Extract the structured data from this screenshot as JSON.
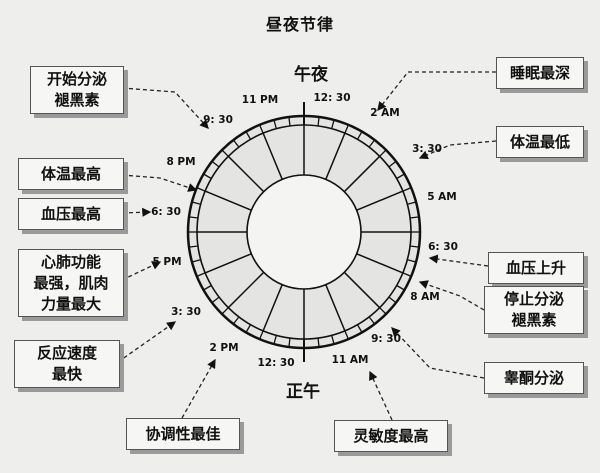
{
  "title": "昼夜节律",
  "clock": {
    "midnight": "午夜",
    "noon": "正午",
    "times": {
      "t11pm": "11 PM",
      "t1230a": "12: 30",
      "t2am": "2 AM",
      "t330a": "3: 30",
      "t5am": "5 AM",
      "t630a": "6: 30",
      "t8am": "8 AM",
      "t930a": "9: 30",
      "t11am": "11 AM",
      "t1230p": "12: 30",
      "t2pm": "2 PM",
      "t330p": "3: 30",
      "t5pm": "5 PM",
      "t630p": "6: 30",
      "t8pm": "8 PM",
      "t930p": "9: 30"
    }
  },
  "callouts": {
    "melatonin_start": "开始分泌\n褪黑素",
    "body_temp_high": "体温最高",
    "bp_high": "血压最高",
    "cardio_strength": "心肺功能\n最强，肌肉\n力量最大",
    "reaction_speed": "反应速度\n最快",
    "coordination": "协调性最佳",
    "deepest_sleep": "睡眠最深",
    "body_temp_low": "体温最低",
    "bp_rise": "血压上升",
    "melatonin_stop": "停止分泌\n褪黑素",
    "testosterone": "睾酮分泌",
    "alertness": "灵敏度最高"
  }
}
